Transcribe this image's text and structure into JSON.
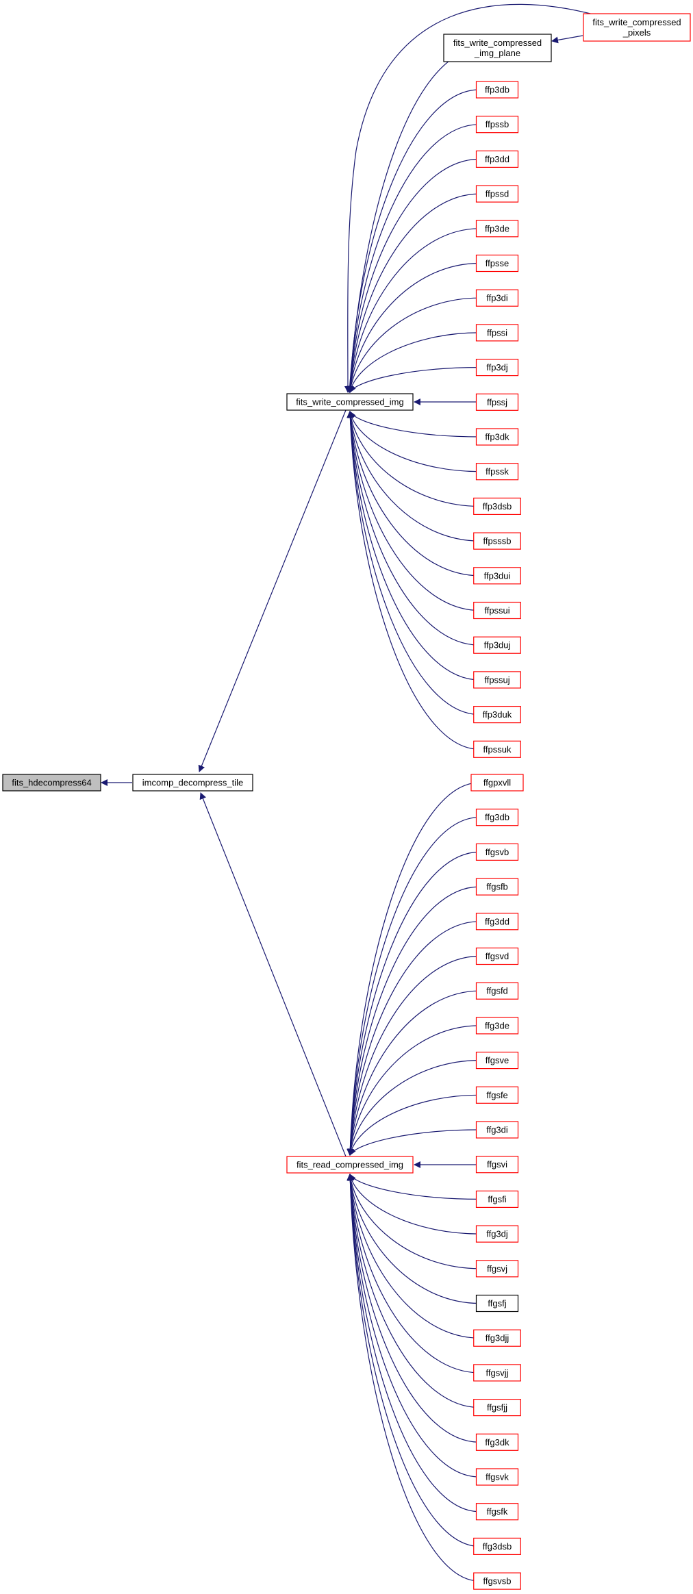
{
  "colors": {
    "edge": "#191970",
    "red_border": "#ff0000",
    "black_border": "#000000",
    "focus_fill": "#bfbfbf",
    "node_fill": "#ffffff"
  },
  "nodes": {
    "focus": {
      "label": "fits_hdecompress64",
      "style": "focus"
    },
    "imcomp": {
      "label": "imcomp_decompress_tile",
      "style": "black"
    },
    "write_img": {
      "label": "fits_write_compressed_img",
      "style": "black"
    },
    "read_img": {
      "label": "fits_read_compressed_img",
      "style": "red"
    },
    "write_plane": {
      "label_lines": [
        "fits_write_compressed",
        "_img_plane"
      ],
      "style": "black"
    },
    "write_pixels": {
      "label_lines": [
        "fits_write_compressed",
        "_pixels"
      ],
      "style": "red"
    }
  },
  "write_callers": [
    "ffp3db",
    "ffpssb",
    "ffp3dd",
    "ffpssd",
    "ffp3de",
    "ffpsse",
    "ffp3di",
    "ffpssi",
    "ffp3dj",
    "ffpssj",
    "ffp3dk",
    "ffpssk",
    "ffp3dsb",
    "ffpsssb",
    "ffp3dui",
    "ffpssui",
    "ffp3duj",
    "ffpssuj",
    "ffp3duk",
    "ffpssuk"
  ],
  "read_callers": [
    {
      "label": "ffgpxvll",
      "style": "red"
    },
    {
      "label": "ffg3db",
      "style": "red"
    },
    {
      "label": "ffgsvb",
      "style": "red"
    },
    {
      "label": "ffgsfb",
      "style": "red"
    },
    {
      "label": "ffg3dd",
      "style": "red"
    },
    {
      "label": "ffgsvd",
      "style": "red"
    },
    {
      "label": "ffgsfd",
      "style": "red"
    },
    {
      "label": "ffg3de",
      "style": "red"
    },
    {
      "label": "ffgsve",
      "style": "red"
    },
    {
      "label": "ffgsfe",
      "style": "red"
    },
    {
      "label": "ffg3di",
      "style": "red"
    },
    {
      "label": "ffgsvi",
      "style": "red"
    },
    {
      "label": "ffgsfi",
      "style": "red"
    },
    {
      "label": "ffg3dj",
      "style": "red"
    },
    {
      "label": "ffgsvj",
      "style": "red"
    },
    {
      "label": "ffgsfj",
      "style": "black"
    },
    {
      "label": "ffg3djj",
      "style": "red"
    },
    {
      "label": "ffgsvjj",
      "style": "red"
    },
    {
      "label": "ffgsfjj",
      "style": "red"
    },
    {
      "label": "ffg3dk",
      "style": "red"
    },
    {
      "label": "ffgsvk",
      "style": "red"
    },
    {
      "label": "ffgsfk",
      "style": "red"
    },
    {
      "label": "ffg3dsb",
      "style": "red"
    },
    {
      "label": "ffgsvsb",
      "style": "red"
    }
  ]
}
